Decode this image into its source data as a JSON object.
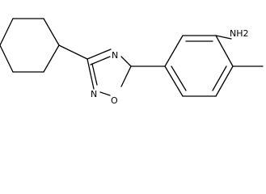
{
  "molecule": {
    "atom_labels": {
      "amine": "NH2",
      "ring_n_upper": "N",
      "ring_n_lower": "N",
      "ring_o": "O"
    }
  },
  "colors": {
    "bond": "#000000",
    "label": "#000000",
    "background": "#ffffff"
  }
}
